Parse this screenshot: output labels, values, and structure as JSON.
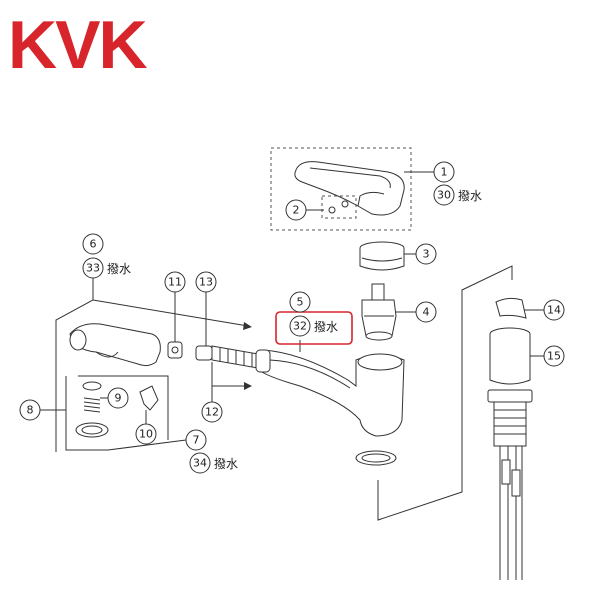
{
  "brand": {
    "logo_text": "KVK",
    "color": "#d7252b"
  },
  "highlight_color": "#d7252b",
  "callouts": [
    {
      "id": "c1",
      "num": "1"
    },
    {
      "id": "c2",
      "num": "2"
    },
    {
      "id": "c3",
      "num": "3"
    },
    {
      "id": "c4",
      "num": "4"
    },
    {
      "id": "c5",
      "num": "5"
    },
    {
      "id": "c6",
      "num": "6"
    },
    {
      "id": "c7",
      "num": "7"
    },
    {
      "id": "c8",
      "num": "8"
    },
    {
      "id": "c9",
      "num": "9"
    },
    {
      "id": "c10",
      "num": "10"
    },
    {
      "id": "c11",
      "num": "11"
    },
    {
      "id": "c12",
      "num": "12"
    },
    {
      "id": "c13",
      "num": "13"
    },
    {
      "id": "c14",
      "num": "14"
    },
    {
      "id": "c15",
      "num": "15"
    },
    {
      "id": "c30",
      "num": "30"
    },
    {
      "id": "c32",
      "num": "32"
    },
    {
      "id": "c33",
      "num": "33"
    },
    {
      "id": "c34",
      "num": "34"
    }
  ],
  "labels": {
    "l30": "撥水",
    "l32": "撥水",
    "l33": "撥水",
    "l34": "撥水"
  }
}
